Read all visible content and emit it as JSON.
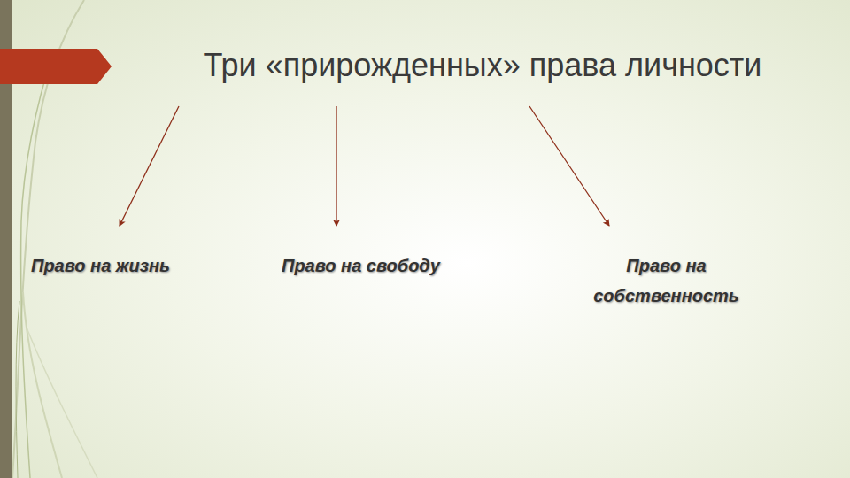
{
  "diagram": {
    "nodes": [
      {
        "text": [
          "Три «прирожденных» права личности"
        ]
      },
      {
        "text": [
          "Право на жизнь"
        ]
      },
      {
        "text": [
          "Право на свободу"
        ]
      },
      {
        "text": [
          "Право на собственность"
        ]
      }
    ],
    "edges": [
      {
        "from": 0,
        "to": 1,
        "arrow": "to"
      },
      {
        "from": 0,
        "to": 2,
        "arrow": "to"
      },
      {
        "from": 0,
        "to": 3,
        "arrow": "to"
      }
    ]
  }
}
